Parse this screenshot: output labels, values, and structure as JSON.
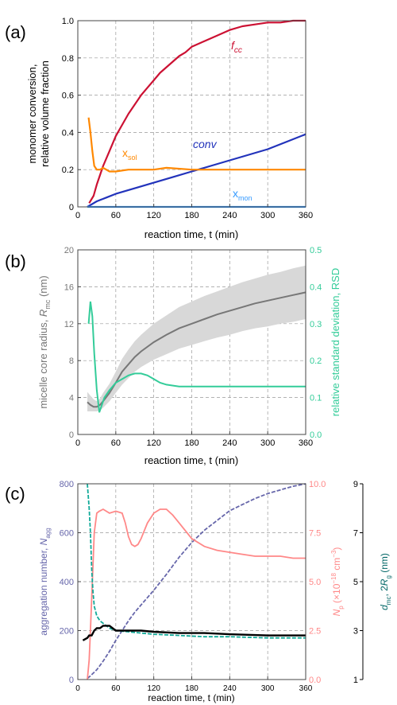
{
  "chart_data": [
    {
      "panel_label": "(a)",
      "type": "line",
      "xlabel": "reaction time, t (min)",
      "ylabel": [
        "monomer conversion,",
        "relative volume fraction"
      ],
      "xlim": [
        0,
        360
      ],
      "ylim": [
        0,
        1.0
      ],
      "xticks": [
        0,
        60,
        120,
        180,
        240,
        300,
        360
      ],
      "yticks": [
        0,
        0.2,
        0.4,
        0.6,
        0.8,
        1.0
      ],
      "ytick_labels": [
        "0",
        "0.2",
        "0.4",
        "0.6",
        "0.8",
        "1.0"
      ],
      "grid": true,
      "series": [
        {
          "name": "f_cc",
          "label_main": "f",
          "label_sub": "cc",
          "color": "#cc1133",
          "x": [
            18,
            25,
            30,
            40,
            50,
            60,
            70,
            80,
            90,
            100,
            110,
            120,
            130,
            140,
            150,
            160,
            170,
            180,
            200,
            220,
            240,
            260,
            280,
            300,
            320,
            340,
            360
          ],
          "y": [
            0.02,
            0.06,
            0.12,
            0.22,
            0.3,
            0.38,
            0.44,
            0.5,
            0.55,
            0.6,
            0.64,
            0.68,
            0.72,
            0.75,
            0.78,
            0.81,
            0.83,
            0.86,
            0.89,
            0.92,
            0.95,
            0.97,
            0.98,
            0.99,
            0.99,
            1.0,
            1.0
          ]
        },
        {
          "name": "conv",
          "label_main": "conv",
          "label_sub": "",
          "color": "#2233bb",
          "x": [
            15,
            30,
            45,
            60,
            90,
            120,
            150,
            180,
            210,
            240,
            270,
            300,
            330,
            360
          ],
          "y": [
            0.0,
            0.03,
            0.05,
            0.07,
            0.1,
            0.13,
            0.16,
            0.19,
            0.22,
            0.25,
            0.28,
            0.31,
            0.35,
            0.39
          ]
        },
        {
          "name": "x_sol",
          "label_main": "x",
          "label_sub": "sol",
          "color": "#ff8800",
          "x": [
            17,
            20,
            23,
            26,
            30,
            35,
            40,
            50,
            60,
            80,
            100,
            120,
            140,
            180,
            240,
            300,
            360
          ],
          "y": [
            0.48,
            0.4,
            0.3,
            0.22,
            0.2,
            0.2,
            0.21,
            0.19,
            0.19,
            0.2,
            0.2,
            0.2,
            0.21,
            0.2,
            0.2,
            0.2,
            0.2
          ]
        },
        {
          "name": "x_mon",
          "label_main": "x",
          "label_sub": "mon",
          "color": "#3399ff",
          "x": [
            15,
            60,
            120,
            180,
            240,
            300,
            360
          ],
          "y": [
            0.0,
            0.0,
            0.0,
            0.0,
            0.0,
            0.0,
            0.0
          ]
        }
      ]
    },
    {
      "panel_label": "(b)",
      "type": "line",
      "xlabel": "reaction time, t (min)",
      "ylabel_left": "micelle core radius, R_mc (nm)",
      "ylabel_left_parts": [
        "micelle core radius, ",
        "R",
        "mc",
        " (nm)"
      ],
      "ylabel_right": "relative standard deviation, RSD",
      "xlim": [
        0,
        360
      ],
      "ylim_left": [
        0,
        20
      ],
      "ylim_right": [
        0,
        0.5
      ],
      "xticks": [
        0,
        60,
        120,
        180,
        240,
        300,
        360
      ],
      "yticks_left": [
        0,
        4,
        8,
        12,
        16,
        20
      ],
      "yticks_right": [
        0,
        0.1,
        0.2,
        0.3,
        0.4,
        0.5
      ],
      "ytick_labels_right": [
        "0.0",
        "0.1",
        "0.2",
        "0.3",
        "0.4",
        "0.5"
      ],
      "grid": true,
      "colors": {
        "rmc": "#777777",
        "band": "#d8d8d8",
        "rsd": "#33cc99",
        "right_axis": "#33cc99"
      },
      "series": [
        {
          "name": "R_mc",
          "axis": "left",
          "x": [
            15,
            20,
            25,
            30,
            35,
            40,
            50,
            60,
            70,
            80,
            90,
            100,
            120,
            140,
            160,
            180,
            200,
            220,
            240,
            260,
            280,
            300,
            320,
            340,
            360
          ],
          "y": [
            3.5,
            3.2,
            3.0,
            3.0,
            3.2,
            3.6,
            4.5,
            5.6,
            6.8,
            7.6,
            8.4,
            9.0,
            10.0,
            10.8,
            11.5,
            12.0,
            12.5,
            13.0,
            13.4,
            13.8,
            14.2,
            14.5,
            14.8,
            15.1,
            15.4
          ],
          "band_low": [
            2.5,
            2.5,
            2.5,
            2.5,
            2.6,
            2.9,
            3.6,
            4.5,
            5.4,
            6.1,
            6.8,
            7.3,
            8.1,
            8.7,
            9.3,
            9.7,
            10.1,
            10.5,
            10.8,
            11.2,
            11.5,
            11.7,
            12.0,
            12.2,
            12.5
          ],
          "band_high": [
            4.6,
            4.2,
            3.8,
            3.6,
            3.9,
            4.5,
            5.5,
            6.8,
            8.2,
            9.2,
            10.1,
            10.8,
            12.0,
            12.9,
            13.8,
            14.4,
            15.0,
            15.5,
            16.0,
            16.5,
            16.9,
            17.3,
            17.6,
            18.0,
            18.3
          ]
        },
        {
          "name": "RSD",
          "axis": "right",
          "x": [
            17,
            20,
            23,
            26,
            30,
            34,
            38,
            42,
            50,
            60,
            70,
            80,
            90,
            100,
            110,
            120,
            130,
            140,
            160,
            180,
            200,
            240,
            300,
            360
          ],
          "y": [
            0.3,
            0.36,
            0.32,
            0.22,
            0.12,
            0.06,
            0.08,
            0.1,
            0.12,
            0.14,
            0.15,
            0.16,
            0.165,
            0.165,
            0.16,
            0.15,
            0.14,
            0.135,
            0.13,
            0.13,
            0.13,
            0.13,
            0.13,
            0.13
          ]
        }
      ]
    },
    {
      "panel_label": "(c)",
      "type": "line",
      "xlabel": "reaction time, t (min)",
      "ylabel_left_parts": [
        "aggregation number, ",
        "N",
        "agg"
      ],
      "ylabel_mid_parts": [
        "N",
        "p",
        " (×10",
        "−18",
        " cm",
        "−3",
        ")"
      ],
      "ylabel_right_parts": [
        "d",
        "mc",
        ", 2",
        "R",
        "g",
        " (nm)"
      ],
      "xlim": [
        0,
        360
      ],
      "ylim_left": [
        0,
        800
      ],
      "ylim_mid": [
        0,
        10
      ],
      "ylim_right": [
        1,
        9
      ],
      "xticks": [
        0,
        60,
        120,
        180,
        240,
        300,
        360
      ],
      "yticks_left": [
        0,
        200,
        400,
        600,
        800
      ],
      "yticks_mid": [
        0,
        2.5,
        5,
        7.5,
        10
      ],
      "ytick_labels_mid": [
        "0.0",
        "2.5",
        "5.0",
        "7.5",
        "10.0"
      ],
      "yticks_right": [
        1,
        3,
        5,
        7,
        9
      ],
      "grid": true,
      "colors": {
        "nagg": "#6666aa",
        "np": "#ff8888",
        "dmc": "#11aa99",
        "rg": "#000000",
        "left_axis": "#6666aa",
        "mid_axis": "#ff8888",
        "right_axis": "#006666"
      },
      "series": [
        {
          "name": "N_agg",
          "axis": "left",
          "style": "dashed",
          "x": [
            15,
            20,
            30,
            40,
            50,
            60,
            70,
            80,
            90,
            100,
            120,
            140,
            160,
            180,
            200,
            220,
            240,
            260,
            280,
            300,
            320,
            340,
            360
          ],
          "y": [
            5,
            15,
            40,
            75,
            115,
            160,
            200,
            240,
            275,
            305,
            365,
            430,
            500,
            560,
            610,
            650,
            690,
            715,
            740,
            760,
            775,
            790,
            800
          ]
        },
        {
          "name": "N_p",
          "axis": "mid",
          "style": "solid",
          "x": [
            15,
            18,
            20,
            23,
            26,
            30,
            34,
            40,
            50,
            60,
            70,
            75,
            80,
            85,
            90,
            95,
            100,
            110,
            120,
            130,
            140,
            150,
            160,
            170,
            180,
            200,
            220,
            240,
            260,
            280,
            300,
            320,
            340,
            360
          ],
          "y": [
            0.0,
            1.0,
            2.5,
            5.0,
            7.5,
            8.5,
            8.6,
            8.7,
            8.5,
            8.6,
            8.5,
            8.0,
            7.3,
            6.9,
            6.8,
            6.9,
            7.2,
            8.0,
            8.5,
            8.7,
            8.7,
            8.4,
            8.0,
            7.6,
            7.2,
            6.8,
            6.6,
            6.5,
            6.4,
            6.3,
            6.3,
            6.3,
            6.2,
            6.2
          ]
        },
        {
          "name": "d_mc",
          "axis": "right",
          "style": "dashed",
          "x": [
            15,
            18,
            20,
            22,
            24,
            26,
            28,
            30,
            35,
            40,
            45,
            50,
            60,
            80,
            100,
            120,
            160,
            200,
            240,
            300,
            360
          ],
          "y": [
            9.0,
            8.0,
            7.0,
            5.5,
            4.6,
            4.0,
            3.8,
            3.6,
            3.4,
            3.3,
            3.2,
            3.1,
            3.0,
            2.95,
            2.9,
            2.85,
            2.8,
            2.75,
            2.75,
            2.7,
            2.7
          ]
        },
        {
          "name": "2R_g",
          "axis": "right",
          "style": "solid",
          "x": [
            8,
            15,
            18,
            22,
            26,
            30,
            35,
            40,
            50,
            60,
            80,
            100,
            120,
            160,
            200,
            240,
            300,
            360
          ],
          "y": [
            2.6,
            2.7,
            2.8,
            2.8,
            3.0,
            3.1,
            3.1,
            3.2,
            3.2,
            3.0,
            3.0,
            3.0,
            2.95,
            2.9,
            2.9,
            2.85,
            2.8,
            2.8
          ]
        }
      ]
    }
  ]
}
